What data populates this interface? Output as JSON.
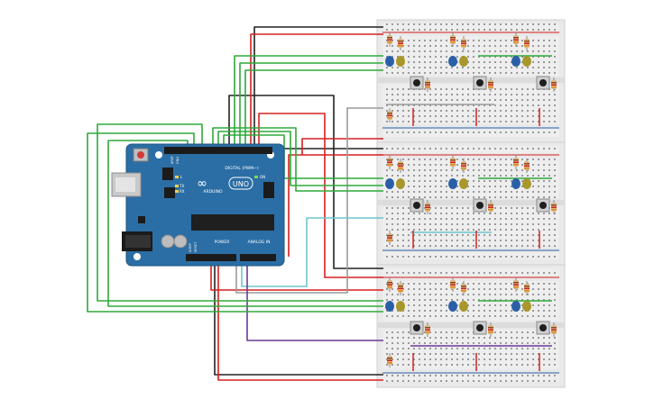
{
  "arduino": {
    "brand": "ARDUINO",
    "model": "UNO",
    "digital_label": "DIGITAL (PWM~)",
    "power_label": "POWER",
    "analog_label": "ANALOG IN",
    "led_l": "L",
    "led_tx": "TX",
    "led_rx": "RX",
    "on_label": "ON",
    "aref": "AREF",
    "gnd": "GND",
    "ioref": "IOREF",
    "reset": "RESET"
  },
  "colors": {
    "board": "#2b6ea5",
    "breadboard": "#eeeeee",
    "wire_green": "#2eaa3a",
    "wire_red": "#d62020",
    "wire_black": "#222222",
    "wire_gray": "#9a9a9a",
    "wire_cyan": "#6fc5cf",
    "wire_purple": "#6a3a98",
    "led_blue": "#2a5fa8",
    "led_olive": "#a8972a",
    "rail_red": "#d62020",
    "rail_blue": "#2a5fa8"
  }
}
